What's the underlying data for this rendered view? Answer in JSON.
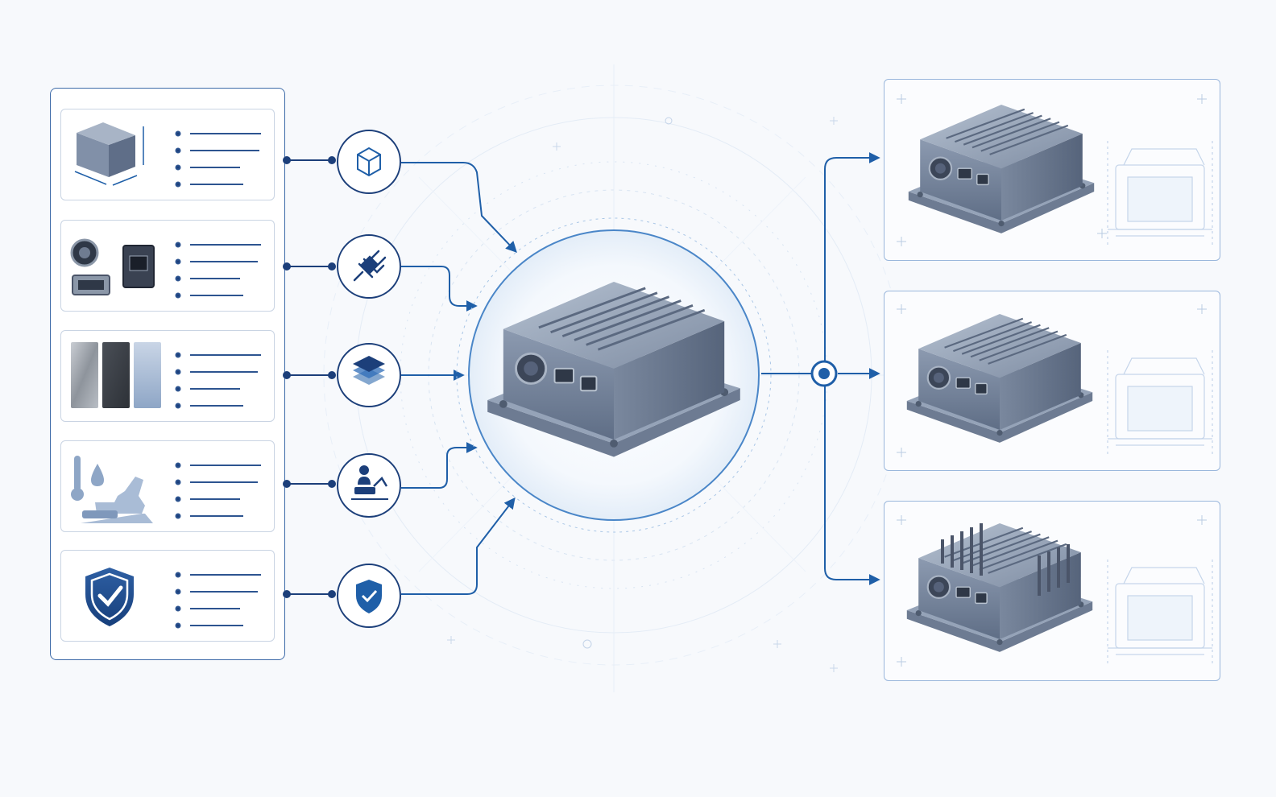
{
  "colors": {
    "accent": "#1f5fa8",
    "navy": "#1c3f7a",
    "steel": "#6f7f96",
    "panel_border": "#3d6aa8",
    "light_border": "#9ab7dc",
    "background": "#f7f9fc"
  },
  "requirements": [
    {
      "id": "dimensions",
      "icon": "dimensions-cube-icon",
      "node_icon": "cube-icon",
      "line_count": 4
    },
    {
      "id": "connectors",
      "icon": "connectors-icon",
      "node_icon": "plug-icon",
      "line_count": 4
    },
    {
      "id": "materials",
      "icon": "material-swatches-icon",
      "node_icon": "layers-icon",
      "line_count": 4
    },
    {
      "id": "environment",
      "icon": "environment-icon",
      "node_icon": "operator-excavator-icon",
      "line_count": 4
    },
    {
      "id": "certification",
      "icon": "shield-check-icon",
      "node_icon": "shield-check-icon",
      "line_count": 4
    }
  ],
  "center": {
    "icon": "enclosure-device-icon"
  },
  "outputs": [
    {
      "id": "variant-a",
      "icon": "enclosure-variant-a-icon",
      "wireframe": "wireframe-sketch-icon"
    },
    {
      "id": "variant-b",
      "icon": "enclosure-variant-b-icon",
      "wireframe": "wireframe-sketch-icon"
    },
    {
      "id": "variant-c",
      "icon": "enclosure-variant-c-icon",
      "wireframe": "wireframe-sketch-icon"
    }
  ]
}
